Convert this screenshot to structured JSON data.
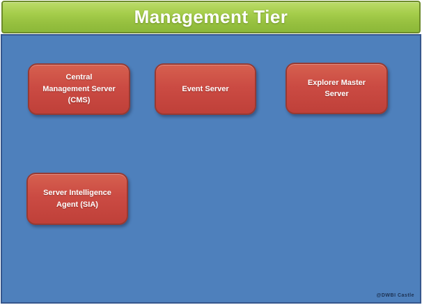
{
  "header": {
    "title": "Management Tier"
  },
  "nodes": [
    {
      "id": "central-management-server",
      "label": "Central\nManagement Server\n(CMS)"
    },
    {
      "id": "event-server",
      "label": "Event Server"
    },
    {
      "id": "explorer-master-server",
      "label": "Explorer Master\nServer"
    },
    {
      "id": "server-intelligence-agent",
      "label": "Server Intelligence\nAgent (SIA)"
    }
  ],
  "watermark": "@DWBI Castle",
  "colors": {
    "banner_green_top": "#bcdc6b",
    "banner_green_bottom": "#8cb839",
    "banner_border": "#6d8b2a",
    "panel_blue": "#4e80bc",
    "panel_border": "#35568c",
    "node_red_top": "#d6604f",
    "node_red_bottom": "#bf4039",
    "node_border": "#963a33",
    "title_text": "#ffffff",
    "node_text": "#ffffff",
    "watermark_text": "#1c3050"
  }
}
